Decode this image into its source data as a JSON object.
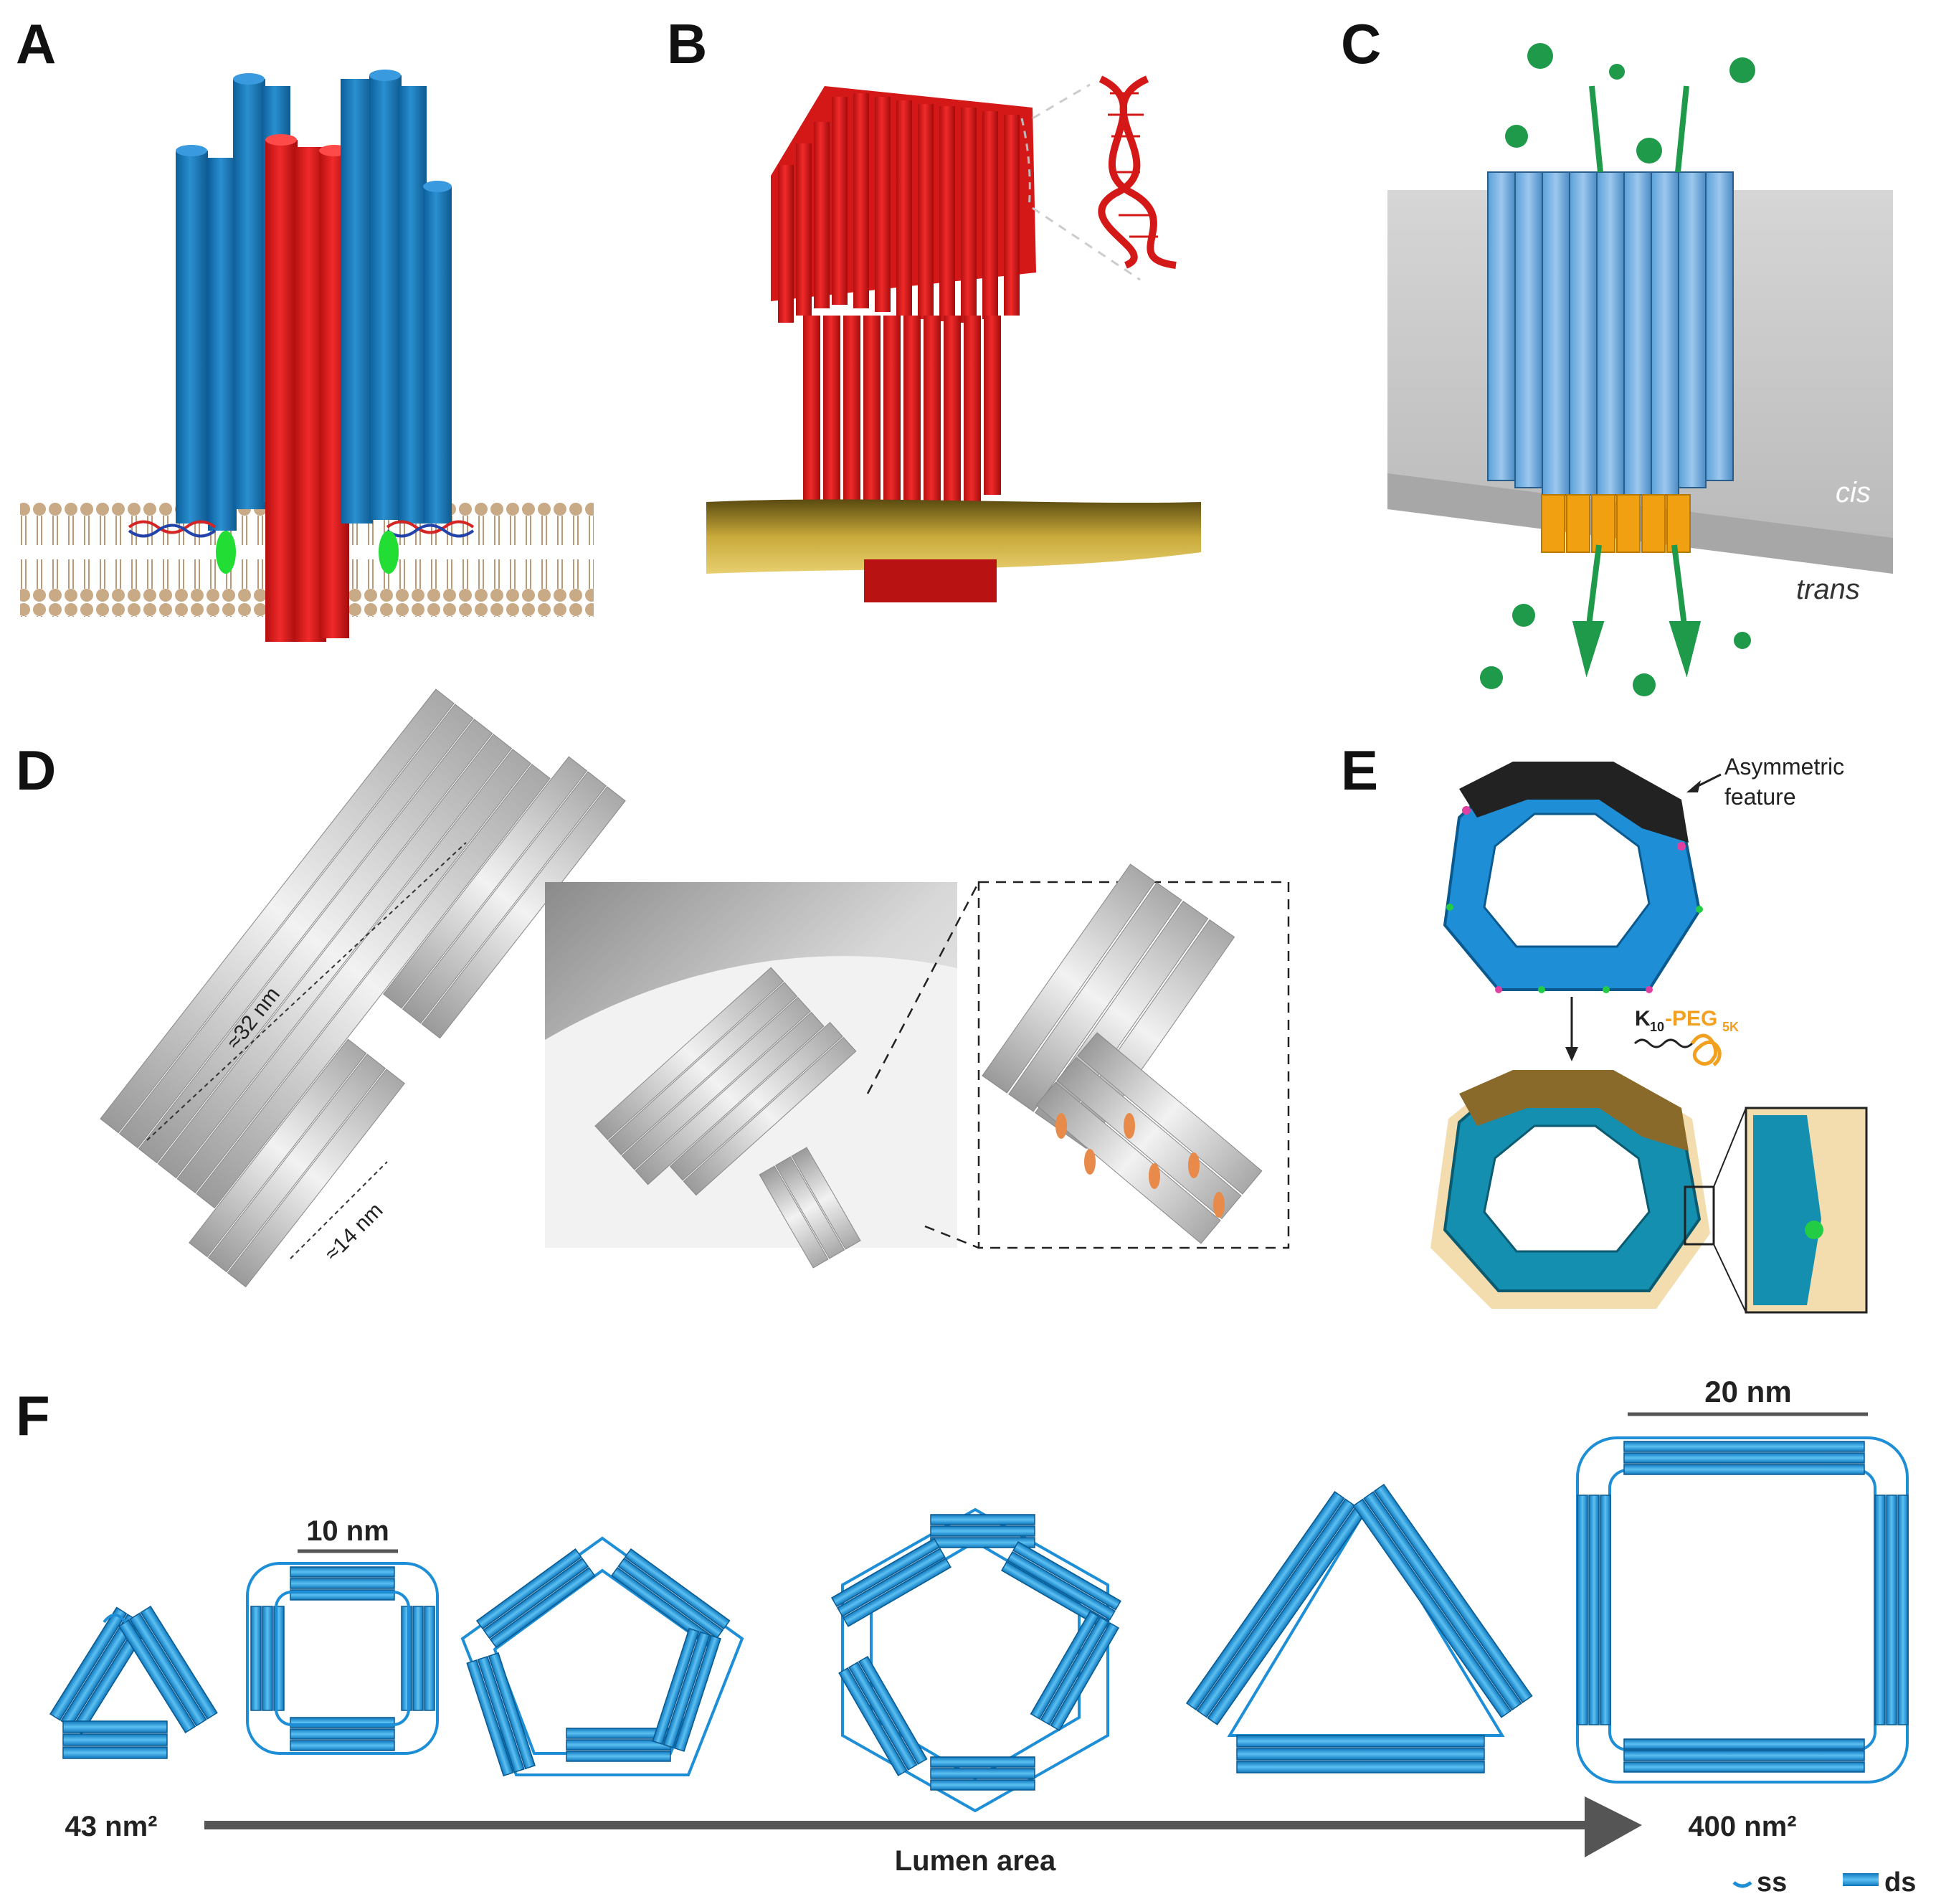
{
  "panels": {
    "A": {
      "letter": "A"
    },
    "B": {
      "letter": "B"
    },
    "C": {
      "letter": "C",
      "cis_label": "cis",
      "trans_label": "trans"
    },
    "D": {
      "letter": "D",
      "length_label": "≈32 nm",
      "width_label": "≈14 nm"
    },
    "E": {
      "letter": "E",
      "feature_label_1": "Asymmetric",
      "feature_label_2": "feature",
      "reagent_k": "K",
      "reagent_k_sub": "10",
      "reagent_peg": "-PEG",
      "reagent_peg_sub": "5K"
    },
    "F": {
      "letter": "F",
      "scale_small": "10 nm",
      "scale_large": "20 nm",
      "area_min": "43 nm²",
      "area_max": "400 nm²",
      "axis_label": "Lumen area",
      "legend_ss": "ss",
      "legend_ds": "ds"
    }
  },
  "colors": {
    "dna_blue": "#1e8fd6",
    "red": "#e02020",
    "dark_blue": "#1f6fb0",
    "membrane_gold": "#c8a93a",
    "green": "#1f9a4a",
    "orange": "#f2a020"
  }
}
